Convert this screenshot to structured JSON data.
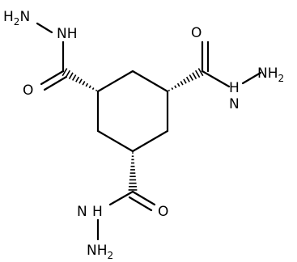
{
  "molecule": {
    "labels": {
      "top_left_nh2": {
        "main": "H",
        "sub": "2",
        "tail": "N"
      },
      "top_left_nh": "NH",
      "left_o": "O",
      "right_o": "O",
      "right_nh2": {
        "main": "N",
        "tail": "H",
        "sub": "2"
      },
      "right_nh": "H",
      "right_nh_n": "N",
      "bottom_nh": "N",
      "bottom_nh_h": "H",
      "bottom_o": "O",
      "bottom_nh2_n": "N",
      "bottom_nh2_h": "H",
      "bottom_nh2_sub": "2"
    }
  }
}
